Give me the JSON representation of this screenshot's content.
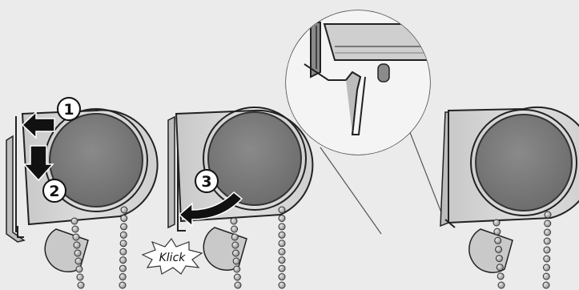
{
  "steps": [
    {
      "number": "1"
    },
    {
      "number": "2"
    },
    {
      "number": "3"
    }
  ],
  "sound_label": "Klick",
  "colors": {
    "background": "#ebebeb",
    "housing": "#d6d6d6",
    "drum": "#7a7a7a",
    "outline": "#222222",
    "arrow": "#111111",
    "bead": "#b5b5b5"
  },
  "icons": [
    "arrow-left-icon",
    "arrow-down-icon",
    "arrow-curved-icon",
    "magnifier-circle"
  ]
}
